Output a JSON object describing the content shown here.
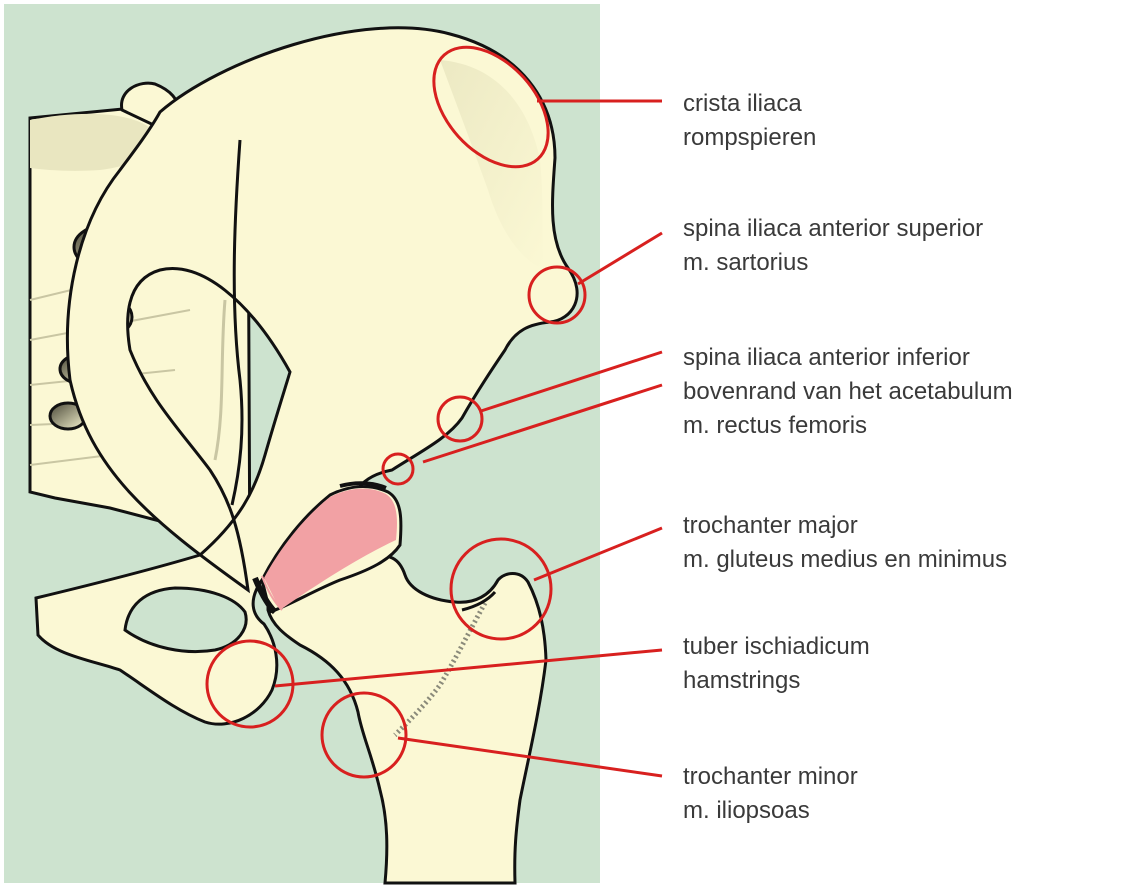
{
  "colors": {
    "background": "#cde3cf",
    "bone": "#fbf8d4",
    "outline": "#111111",
    "cartilage": "#f2a1a4",
    "pointer": "#d8201f",
    "label_text": "#3a3a3a"
  },
  "labels": [
    {
      "id": "crista",
      "lines": [
        "crista iliaca",
        "rompspieren"
      ]
    },
    {
      "id": "sias",
      "lines": [
        "spina iliaca anterior superior",
        "m. sartorius"
      ]
    },
    {
      "id": "siai",
      "lines": [
        "spina iliaca anterior inferior",
        "bovenrand van het acetabulum",
        "m. rectus femoris"
      ]
    },
    {
      "id": "troch-major",
      "lines": [
        "trochanter major",
        "m. gluteus medius en minimus"
      ]
    },
    {
      "id": "tuber",
      "lines": [
        "tuber ischiadicum",
        "hamstrings"
      ]
    },
    {
      "id": "troch-minor",
      "lines": [
        "trochanter minor",
        "m. iliopsoas"
      ]
    }
  ]
}
